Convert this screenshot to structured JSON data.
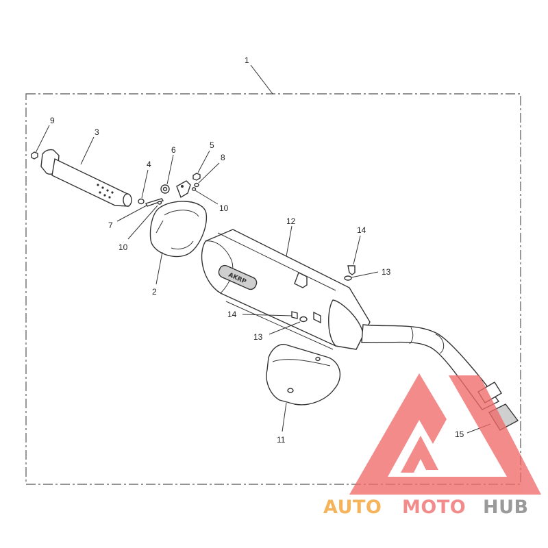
{
  "callouts": [
    {
      "id": "c1",
      "text": "1"
    },
    {
      "id": "c9",
      "text": "9"
    },
    {
      "id": "c3",
      "text": "3"
    },
    {
      "id": "c4",
      "text": "4"
    },
    {
      "id": "c6",
      "text": "6"
    },
    {
      "id": "c5",
      "text": "5"
    },
    {
      "id": "c8",
      "text": "8"
    },
    {
      "id": "c10a",
      "text": "10"
    },
    {
      "id": "c7",
      "text": "7"
    },
    {
      "id": "c10b",
      "text": "10"
    },
    {
      "id": "c2",
      "text": "2"
    },
    {
      "id": "c12",
      "text": "12"
    },
    {
      "id": "c14a",
      "text": "14"
    },
    {
      "id": "c13a",
      "text": "13"
    },
    {
      "id": "c14b",
      "text": "14"
    },
    {
      "id": "c13b",
      "text": "13"
    },
    {
      "id": "c11",
      "text": "11"
    },
    {
      "id": "c15",
      "text": "15"
    }
  ],
  "watermark": {
    "part1": "AUTO",
    "part2": "MOTO",
    "part3": "HUB",
    "color1": "#f5b35a",
    "color2": "#f28b8b",
    "color3": "#9a9a9a"
  },
  "colors": {
    "line": "#333333",
    "frame": "#555555",
    "logo_red": "#f06b6b"
  }
}
